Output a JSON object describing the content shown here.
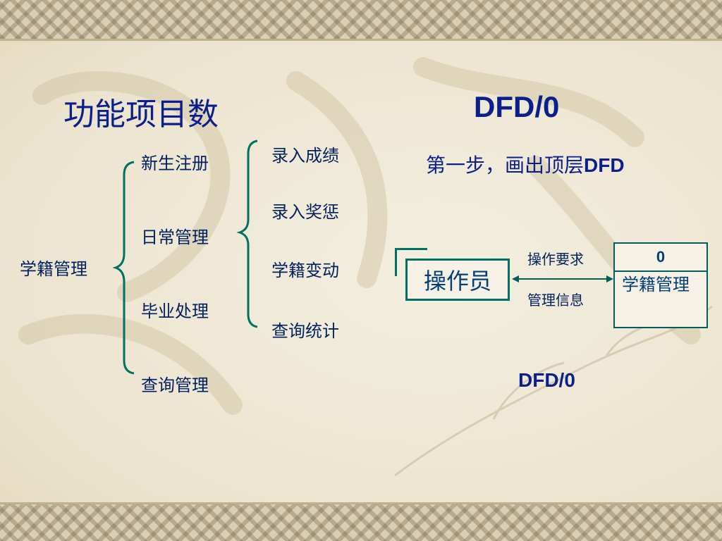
{
  "slide": {
    "title_left": "功能项目数",
    "title_right": "DFD/0",
    "subtitle_prefix": "第一步，画出顶层",
    "subtitle_suffix": "DFD",
    "caption": "DFD/0"
  },
  "tree": {
    "root": "学籍管理",
    "level1": [
      "新生注册",
      "日常管理",
      "毕业处理",
      "查询管理"
    ],
    "level2": [
      "录入成绩",
      "录入奖惩",
      "学籍变动",
      "查询统计"
    ]
  },
  "dfd": {
    "external_entity": "操作员",
    "flow_in_label": "操作要求",
    "flow_out_label": "管理信息",
    "store_id": "0",
    "store_name": "学籍管理"
  },
  "colors": {
    "title": "#0a1f8c",
    "brace": "#007063",
    "text": "#00205f"
  }
}
